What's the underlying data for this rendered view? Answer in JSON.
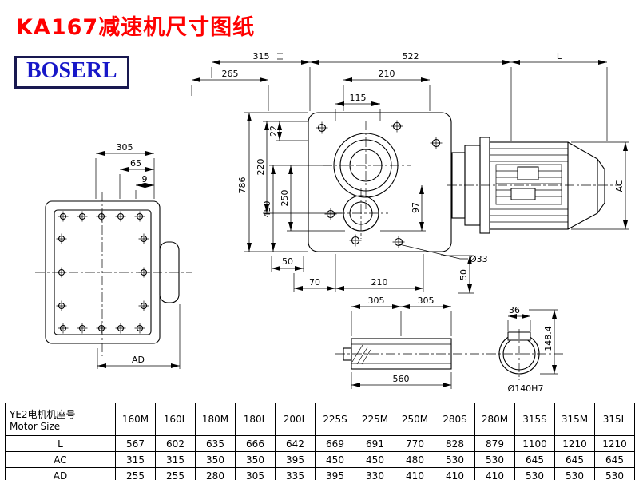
{
  "page": {
    "title": "KA167减速机尺寸图纸",
    "logo": "BOSERL"
  },
  "drawing": {
    "left_view": {
      "w305": "305",
      "w65": "65",
      "w9": "9",
      "ad": "AD"
    },
    "main_view": {
      "t315": "315",
      "t522": "522",
      "tL": "L",
      "t265": "265",
      "t210": "210",
      "t115": "115",
      "v786": "786",
      "v450": "450",
      "v250": "250",
      "v220": "220",
      "v22": "22",
      "v97": "97",
      "vAC": "AC",
      "b50": "50",
      "b70": "70",
      "b210": "210",
      "b33": "Ø33",
      "r50": "50"
    },
    "shaft_view": {
      "a305": "305",
      "b305": "305",
      "len560": "560"
    },
    "end_view": {
      "k36": "36",
      "h1484": "148.4",
      "bore": "Ø140H7"
    }
  },
  "table": {
    "header_cn": "YE2电机机座号",
    "header_en": "Motor Size",
    "columns": [
      "160M",
      "160L",
      "180M",
      "180L",
      "200L",
      "225S",
      "225M",
      "250M",
      "280S",
      "280M",
      "315S",
      "315M",
      "315L"
    ],
    "rows": [
      {
        "label": "L",
        "values": [
          "567",
          "602",
          "635",
          "666",
          "642",
          "669",
          "691",
          "770",
          "828",
          "879",
          "1100",
          "1210",
          "1210"
        ]
      },
      {
        "label": "AC",
        "values": [
          "315",
          "315",
          "350",
          "350",
          "395",
          "450",
          "450",
          "480",
          "530",
          "530",
          "645",
          "645",
          "645"
        ]
      },
      {
        "label": "AD",
        "values": [
          "255",
          "255",
          "280",
          "305",
          "335",
          "395",
          "330",
          "410",
          "410",
          "410",
          "530",
          "530",
          "530"
        ]
      }
    ]
  }
}
